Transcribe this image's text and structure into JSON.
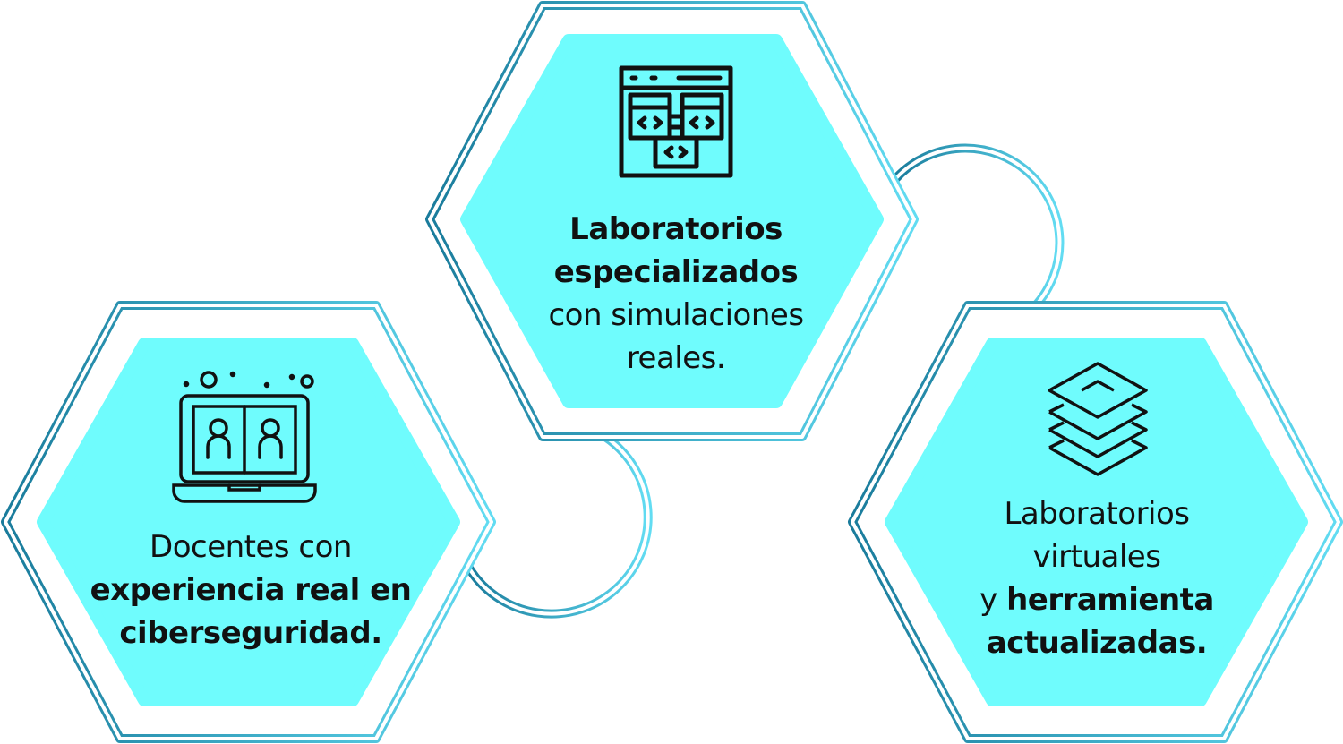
{
  "colors": {
    "fill": "#6ffcfd",
    "border_dark": "#1a7c9c",
    "border_light": "#62dcf2",
    "text": "#111111"
  },
  "cards": {
    "top": {
      "icon": "code-windows-icon",
      "line1": "Laboratorios",
      "line2": "especializados",
      "line3": "con simulaciones",
      "line4": "reales."
    },
    "left": {
      "icon": "laptop-video-call-icon",
      "line1": "Docentes con",
      "line2": "experiencia real en",
      "line3": "ciberseguridad."
    },
    "right": {
      "icon": "layers-icon",
      "line1": "Laboratorios",
      "line2": "virtuales",
      "line3_prefix": "y ",
      "line3_bold": "herramienta",
      "line4": "actualizadas."
    }
  }
}
